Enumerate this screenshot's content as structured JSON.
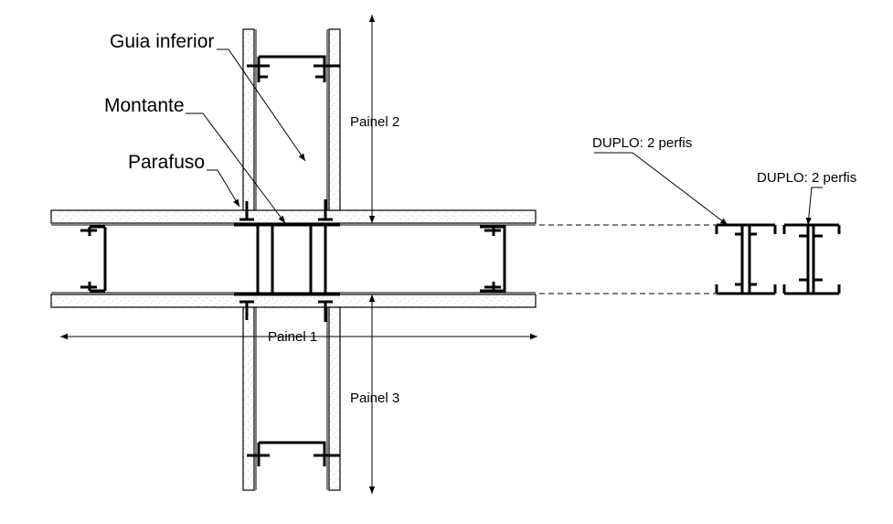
{
  "labels": {
    "guia_inferior": "Guia inferior",
    "montante": "Montante",
    "parafuso": "Parafuso",
    "painel_1": "Painel 1",
    "painel_2": "Painel 2",
    "painel_3": "Painel 3",
    "duplo_1": "DUPLO: 2 perfis",
    "duplo_2": "DUPLO: 2 perfis"
  },
  "colors": {
    "line": "#000000",
    "fill": "#ffffff",
    "speckle": "#9a9a9a"
  }
}
